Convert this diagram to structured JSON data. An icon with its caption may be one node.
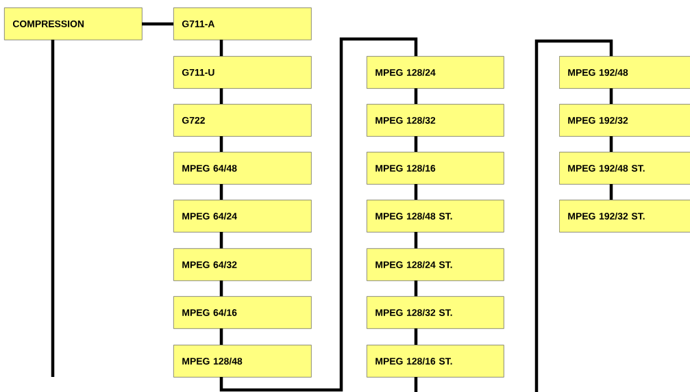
{
  "diagram": {
    "nodes": [
      {
        "text": [
          "COMPRESSION"
        ]
      },
      {
        "text": [
          "G711-A"
        ]
      },
      {
        "text": [
          "G711-U"
        ]
      },
      {
        "text": [
          "G722"
        ]
      },
      {
        "text": [
          "MPEG 64/48"
        ]
      },
      {
        "text": [
          "MPEG 64/24"
        ]
      },
      {
        "text": [
          "MPEG 64/32"
        ]
      },
      {
        "text": [
          "MPEG 64/16"
        ]
      },
      {
        "text": [
          "MPEG 128/48"
        ]
      },
      {
        "text": [
          "MPEG 128/24"
        ]
      },
      {
        "text": [
          "MPEG 128/32"
        ]
      },
      {
        "text": [
          "MPEG 128/16"
        ]
      },
      {
        "text": [
          "MPEG 128/48 ST."
        ]
      },
      {
        "text": [
          "MPEG 128/24 ST."
        ]
      },
      {
        "text": [
          "MPEG 128/32 ST."
        ]
      },
      {
        "text": [
          "MPEG 128/16 ST."
        ]
      },
      {
        "text": [
          "MPEG 192/48"
        ]
      },
      {
        "text": [
          "MPEG 192/32"
        ]
      },
      {
        "text": [
          "MPEG 192/48 ST."
        ]
      },
      {
        "text": [
          "MPEG 192/32 ST."
        ]
      }
    ],
    "edges": [
      {
        "from": 0,
        "to": 1,
        "arrow": "none"
      },
      {
        "from": 0,
        "to": null,
        "arrow": "none"
      },
      {
        "from": 1,
        "to": 2,
        "arrow": "none"
      },
      {
        "from": 2,
        "to": 3,
        "arrow": "none"
      },
      {
        "from": 3,
        "to": 4,
        "arrow": "none"
      },
      {
        "from": 4,
        "to": 5,
        "arrow": "none"
      },
      {
        "from": 5,
        "to": 6,
        "arrow": "none"
      },
      {
        "from": 6,
        "to": 7,
        "arrow": "none"
      },
      {
        "from": 7,
        "to": 8,
        "arrow": "none"
      },
      {
        "from": 8,
        "to": 9,
        "arrow": "none"
      },
      {
        "from": 9,
        "to": 10,
        "arrow": "none"
      },
      {
        "from": 10,
        "to": 11,
        "arrow": "none"
      },
      {
        "from": 11,
        "to": 12,
        "arrow": "none"
      },
      {
        "from": 12,
        "to": 13,
        "arrow": "none"
      },
      {
        "from": 13,
        "to": 14,
        "arrow": "none"
      },
      {
        "from": 14,
        "to": 15,
        "arrow": "none"
      },
      {
        "from": 15,
        "to": null,
        "arrow": "none"
      },
      {
        "from": null,
        "to": 16,
        "arrow": "none"
      },
      {
        "from": 16,
        "to": 17,
        "arrow": "none"
      },
      {
        "from": 17,
        "to": 18,
        "arrow": "none"
      },
      {
        "from": 18,
        "to": 19,
        "arrow": "none"
      }
    ]
  }
}
